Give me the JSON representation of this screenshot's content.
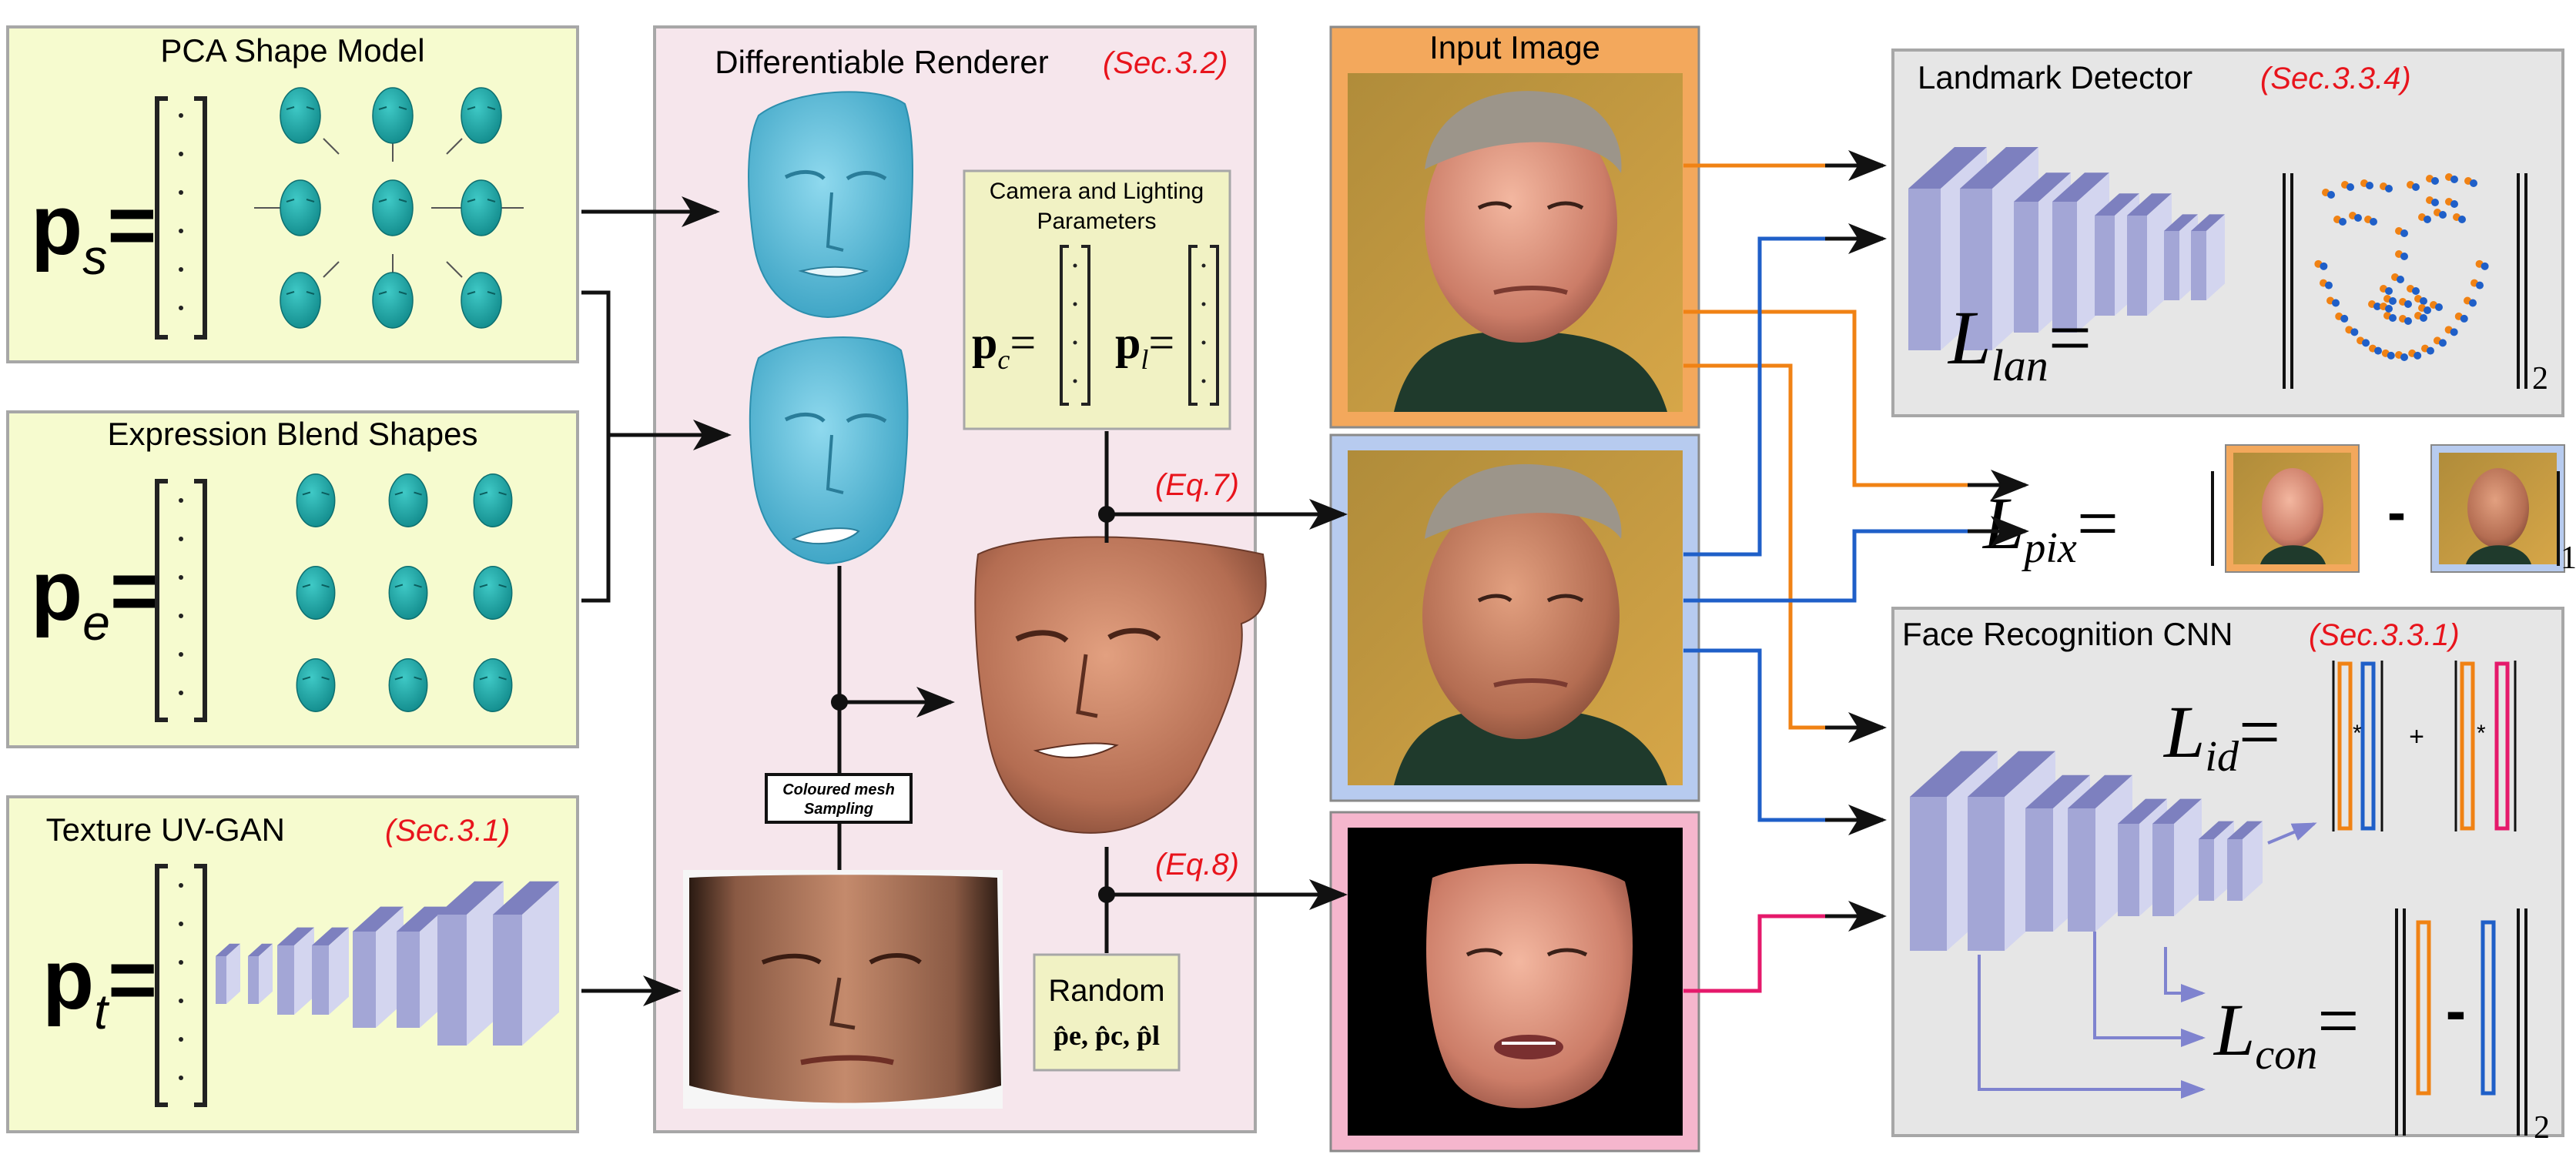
{
  "shape_model": {
    "title": "PCA Shape Model",
    "param_symbol": "p",
    "param_sub": "s",
    "equals": "="
  },
  "expression": {
    "title": "Expression Blend Shapes",
    "param_symbol": "p",
    "param_sub": "e",
    "equals": "="
  },
  "texture": {
    "title": "Texture UV-GAN",
    "ref": "(Sec.3.1)",
    "param_symbol": "p",
    "param_sub": "t",
    "equals": "="
  },
  "renderer": {
    "title": "Differentiable Renderer",
    "ref": "(Sec.3.2)",
    "camera_title_line1": "Camera and Lighting",
    "camera_title_line2": "Parameters",
    "pc_symbol": "p",
    "pc_sub": "c",
    "pl_symbol": "p",
    "pl_sub": "l",
    "equals": "=",
    "sampling_line1": "Coloured mesh",
    "sampling_line2": "Sampling",
    "eq7": "(Eq.7)",
    "eq8": "(Eq.8)",
    "random_title": "Random",
    "random_params": "p̂e, p̂c, p̂l"
  },
  "input": {
    "title": "Input Image"
  },
  "landmark": {
    "title": "Landmark Detector",
    "ref": "(Sec.3.3.4)",
    "loss_symbol": "L",
    "loss_sub": "lan",
    "norm_sub": "2"
  },
  "pixel_loss": {
    "loss_symbol": "L",
    "loss_sub": "pix",
    "equals": "=",
    "minus": "-",
    "norm_sub": "1"
  },
  "recognition": {
    "title": "Face Recognition CNN",
    "ref": "(Sec.3.3.1)",
    "id_symbol": "L",
    "id_sub": "id",
    "con_symbol": "L",
    "con_sub": "con",
    "equals": "=",
    "star": "*",
    "plus": "+",
    "minus": "-",
    "norm_sub": "2"
  },
  "colors": {
    "panel_green": "#f6fbcf",
    "panel_pink": "#f6e6ec",
    "panel_gray": "#e6e6e6",
    "camera_box": "#f1f2c4",
    "orange": "#f08214",
    "blue": "#1f5fc8",
    "magenta": "#e5196b",
    "red_ref": "#e8141c",
    "face_blue": "#55bcd9",
    "teal_head": "#18a3a3",
    "cnn_fill": "#a3a6d6",
    "input_frame": "#f3a85c",
    "render_frame": "#b7cbef",
    "texture_frame": "#f5b6cd"
  }
}
